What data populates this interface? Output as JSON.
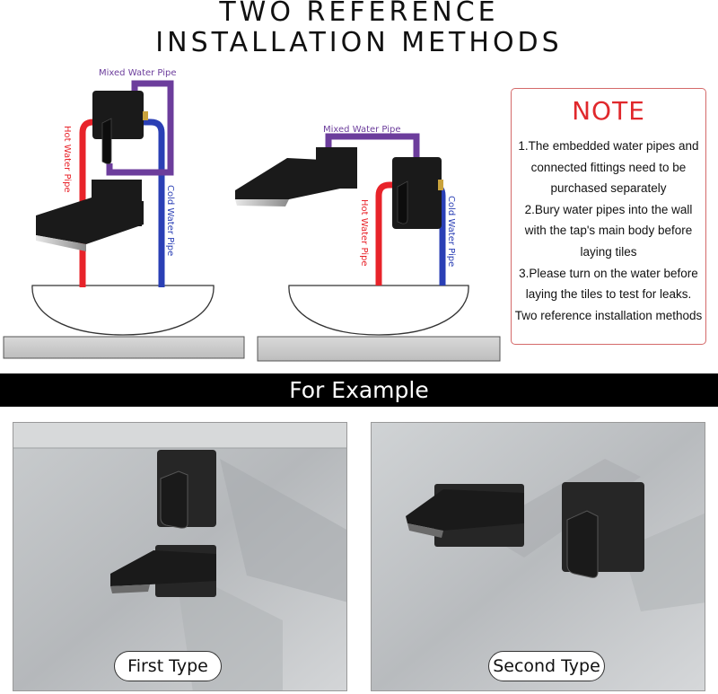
{
  "title": {
    "line1": "TWO REFERENCE",
    "line2": "INSTALLATION METHODS"
  },
  "diagram1": {
    "mixed_label": "Mixed Water Pipe",
    "hot_label": "Hot Water Pipe",
    "cold_label": "Cold Water Pipe"
  },
  "diagram2": {
    "mixed_label": "Mixed Water Pipe",
    "hot_label": "Hot Water Pipe",
    "cold_label": "Cold Water Pipe"
  },
  "note": {
    "title": "NOTE",
    "lines": [
      "1.The embedded water pipes and",
      "connected fittings need to be",
      "purchased separately",
      "2.Bury water pipes into the wall",
      "with the tap's main body before",
      "laying tiles",
      "3.Please turn on the water before",
      "laying the tiles to test for leaks.",
      "Two reference installation methods"
    ]
  },
  "banner": {
    "text": "For Example"
  },
  "examples": {
    "first_label": "First Type",
    "second_label": "Second Type"
  },
  "colors": {
    "hot_pipe": "#e8232a",
    "cold_pipe": "#2a3fb5",
    "mixed_pipe": "#6c3d9c",
    "note_title": "#e0282c",
    "banner_bg": "#000000"
  }
}
